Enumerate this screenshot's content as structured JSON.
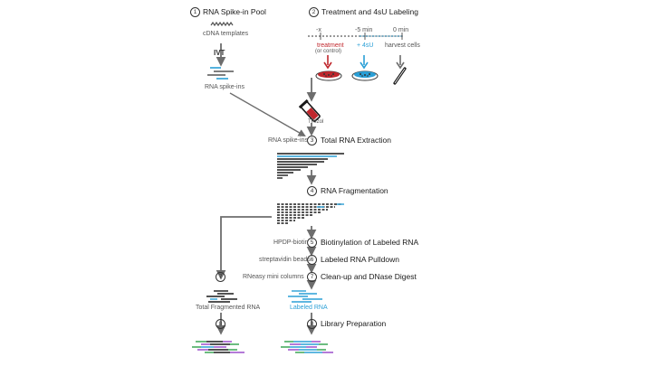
{
  "steps": {
    "s1": {
      "num": "1",
      "label": "RNA Spike-in Pool"
    },
    "s2": {
      "num": "2",
      "label": "Treatment and 4sU Labeling"
    },
    "s3": {
      "num": "3",
      "label": "Total RNA Extraction"
    },
    "s4": {
      "num": "4",
      "label": "RNA Fragmentation"
    },
    "s5": {
      "num": "5",
      "label": "Biotinylation of Labeled RNA"
    },
    "s6": {
      "num": "6",
      "label": "Labeled RNA Pulldown"
    },
    "s7": {
      "num": "7",
      "label": "Clean-up and DNase Digest"
    },
    "s7b": {
      "num": "7"
    },
    "s8": {
      "num": "8",
      "label": "Library Preparation"
    },
    "s8b": {
      "num": "8"
    }
  },
  "labels": {
    "cdna_templates": "cDNA templates",
    "ivt": "IVT",
    "rna_spike_ins": "RNA spike-ins",
    "rna_spike_ins_2": "RNA spike-ins",
    "timeline_x": "-x",
    "timeline_5": "-5 min",
    "timeline_0": "0 min",
    "treatment": "treatment",
    "or_control": "(or control)",
    "plus_4su": "+ 4sU",
    "harvest_cells": "harvest cells",
    "trizol": "TRIzol",
    "hpdp_biotin": "HPDP-biotin",
    "streptavidin_beads": "streptavidin beads",
    "rneasy_columns": "RNeasy mini columns",
    "total_fragmented_rna": "Total Fragmented RNA",
    "labeled_rna": "Labeled RNA"
  },
  "colors": {
    "red": "#c0272d",
    "blue": "#2a9fd6",
    "arrow": "#6d6d6d",
    "black": "#1a1a1a",
    "green": "#3aa655",
    "purple": "#9b4dca"
  }
}
